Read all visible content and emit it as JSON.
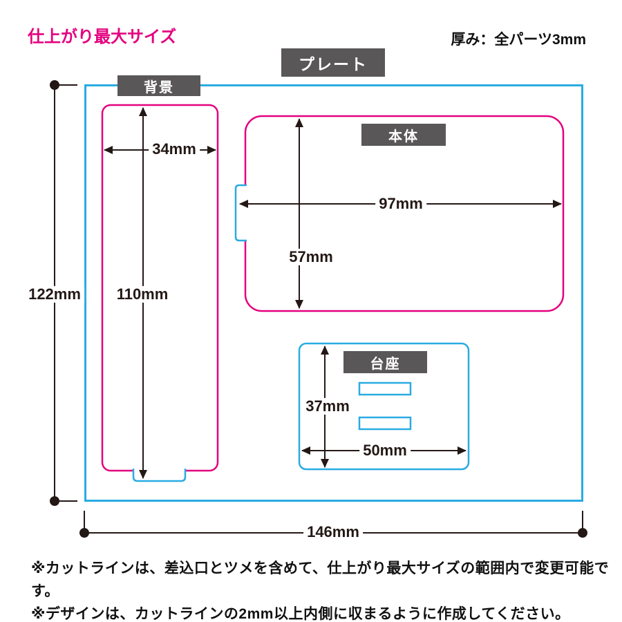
{
  "title": "仕上がり最大サイズ",
  "thickness_note": "厚み：全パーツ3mm",
  "labels": {
    "plate": "プレート",
    "background": "背景",
    "body": "本体",
    "base": "台座"
  },
  "dimensions": {
    "plate_width": "146mm",
    "plate_height": "122mm",
    "background_width": "34mm",
    "background_height": "110mm",
    "body_width": "97mm",
    "body_height": "57mm",
    "base_width": "50mm",
    "base_height": "37mm"
  },
  "notes": [
    "※カットラインは、差込口とツメを含めて、仕上がり最大サイズの範囲内で変更可能です。",
    "※デザインは、カットラインの2mm以上内側に収まるように作成してください。"
  ],
  "colors": {
    "cut_line_fixed_cyan": "#29abe2",
    "cut_line_variable_magenta": "#e4007f",
    "tag_background_gray": "#595757",
    "dimension_line": "#231815",
    "title_magenta": "#e4007f"
  }
}
